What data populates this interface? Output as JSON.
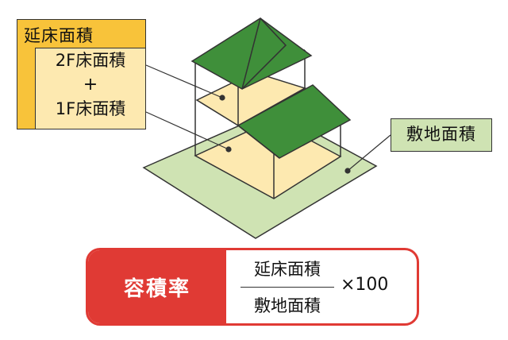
{
  "labels": {
    "total_floor_area": "延床面積",
    "floor2_area": "2F床面積",
    "plus": "+",
    "floor1_area": "1F床面積",
    "site_area": "敷地面積"
  },
  "formula": {
    "name": "容積率",
    "numerator": "延床面積",
    "denominator": "敷地面積",
    "multiplier": "×100"
  },
  "colors": {
    "roof": "#3f8f3a",
    "floor": "#fde9b0",
    "site": "#cfe3b3",
    "accent": "#e03a34",
    "outer_label": "#f8c33a"
  }
}
